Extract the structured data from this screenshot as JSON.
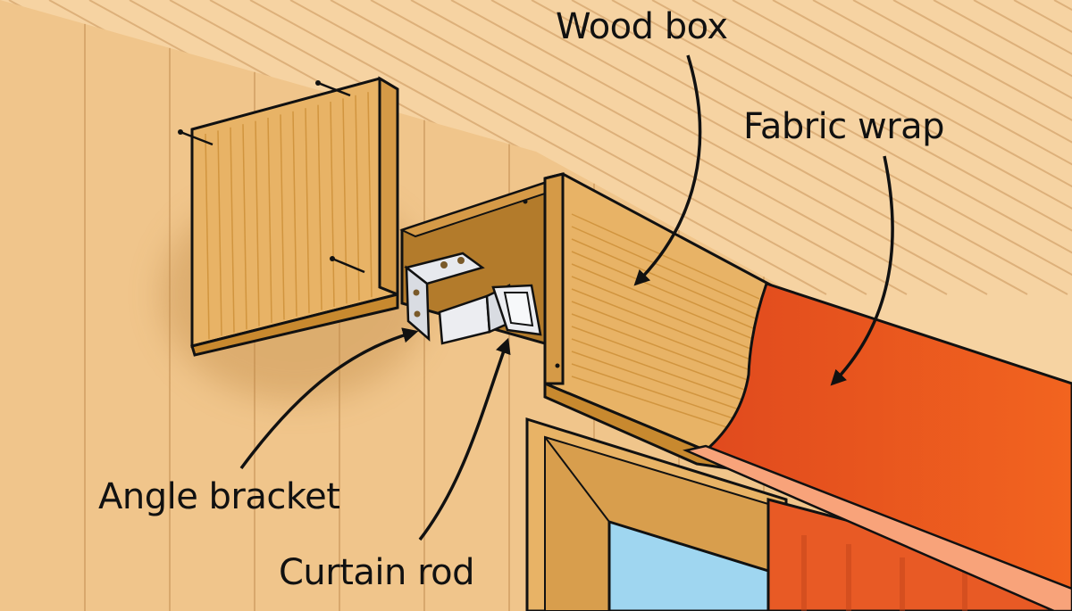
{
  "labels": {
    "wood_box": "Wood box",
    "fabric_wrap": "Fabric wrap",
    "angle_bracket": "Angle bracket",
    "curtain_rod": "Curtain rod"
  },
  "colors": {
    "ceiling": "#f6d3a2",
    "wall": "#f0c58b",
    "wood": "#e8b366",
    "wood_edge": "#c8892f",
    "box_inside": "#b37b2b",
    "fabric": "#ef5a24",
    "glass": "#9fd6f0",
    "metal": "#e7e9ee",
    "outline": "#111111"
  }
}
